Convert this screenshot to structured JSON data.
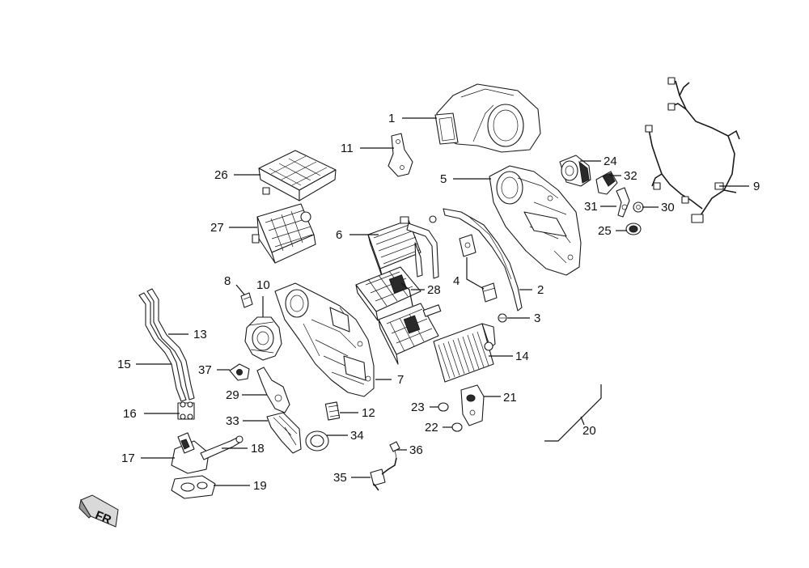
{
  "diagram": {
    "callouts": [
      {
        "id": "c1",
        "label": "1"
      },
      {
        "id": "c2",
        "label": "2"
      },
      {
        "id": "c3",
        "label": "3"
      },
      {
        "id": "c4",
        "label": "4"
      },
      {
        "id": "c5",
        "label": "5"
      },
      {
        "id": "c6",
        "label": "6"
      },
      {
        "id": "c7",
        "label": "7"
      },
      {
        "id": "c8",
        "label": "8"
      },
      {
        "id": "c9",
        "label": "9"
      },
      {
        "id": "c10",
        "label": "10"
      },
      {
        "id": "c11",
        "label": "11"
      },
      {
        "id": "c12",
        "label": "12"
      },
      {
        "id": "c13",
        "label": "13"
      },
      {
        "id": "c14",
        "label": "14"
      },
      {
        "id": "c15",
        "label": "15"
      },
      {
        "id": "c16",
        "label": "16"
      },
      {
        "id": "c17",
        "label": "17"
      },
      {
        "id": "c18",
        "label": "18"
      },
      {
        "id": "c19",
        "label": "19"
      },
      {
        "id": "c20",
        "label": "20"
      },
      {
        "id": "c21",
        "label": "21"
      },
      {
        "id": "c22",
        "label": "22"
      },
      {
        "id": "c23",
        "label": "23"
      },
      {
        "id": "c24",
        "label": "24"
      },
      {
        "id": "c25",
        "label": "25"
      },
      {
        "id": "c26",
        "label": "26"
      },
      {
        "id": "c27",
        "label": "27"
      },
      {
        "id": "c28",
        "label": "28"
      },
      {
        "id": "c29",
        "label": "29"
      },
      {
        "id": "c30",
        "label": "30"
      },
      {
        "id": "c31",
        "label": "31"
      },
      {
        "id": "c32",
        "label": "32"
      },
      {
        "id": "c33",
        "label": "33"
      },
      {
        "id": "c34",
        "label": "34"
      },
      {
        "id": "c35",
        "label": "35"
      },
      {
        "id": "c36",
        "label": "36"
      },
      {
        "id": "c37",
        "label": "37"
      }
    ],
    "direction_marker": {
      "label": "FR"
    },
    "colors": {
      "line": "#1a1a1a",
      "text": "#111111",
      "background": "#ffffff",
      "arrow_fill": "#d9d9d9"
    }
  }
}
